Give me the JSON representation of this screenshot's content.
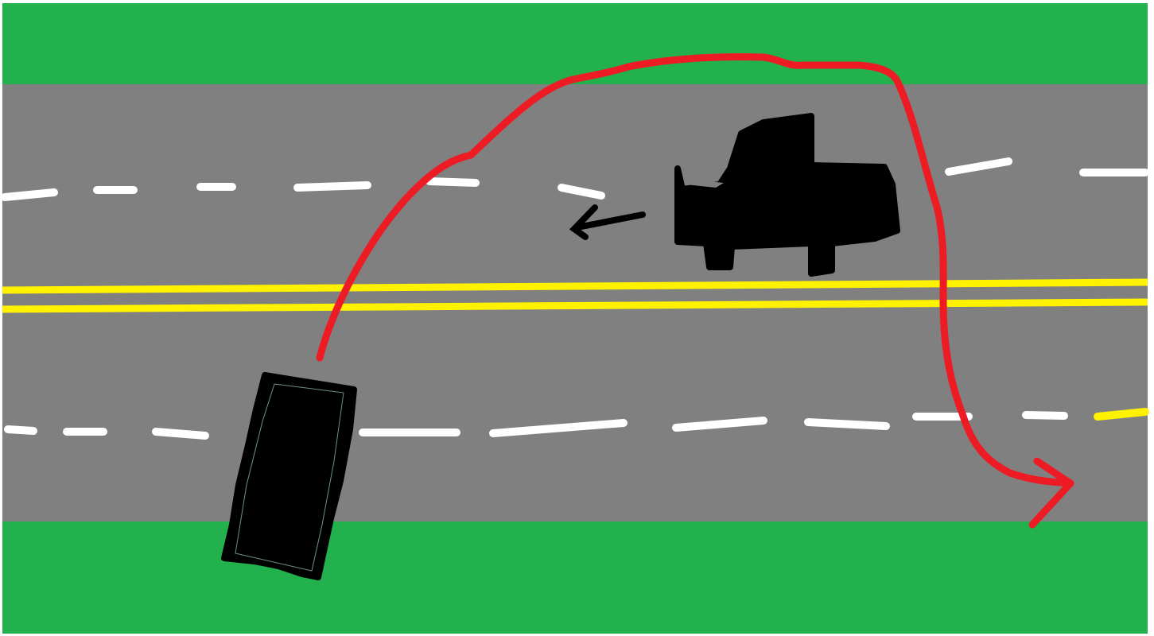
{
  "scene": {
    "colors": {
      "grass": "#22b14c",
      "road": "#808080",
      "lane_dashes": "#ffffff",
      "center_lines": "#fff200",
      "vehicles": "#000000",
      "path": "#ed1c24",
      "motion_arrow": "#000000"
    },
    "elements": [
      "top-grass-verge",
      "road-surface",
      "upper-dashed-lane-line",
      "double-yellow-center-line",
      "lower-dashed-lane-line",
      "bottom-grass-verge",
      "overturned-vehicle",
      "pickup-truck",
      "truck-direction-arrow",
      "red-path-arrow"
    ]
  }
}
